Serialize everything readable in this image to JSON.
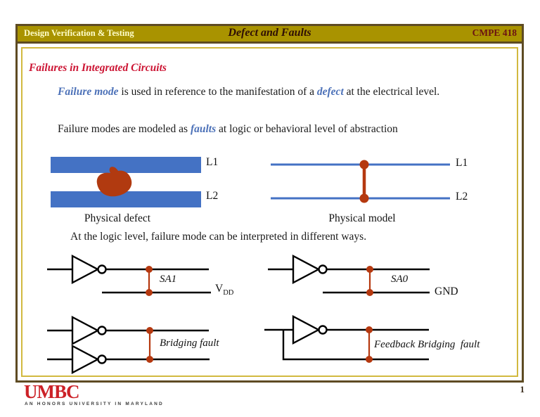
{
  "slide": {
    "header": {
      "left": "Design Verification & Testing",
      "center": "Defect and Faults",
      "right": "CMPE 418"
    },
    "title": "Failures in Integrated Circuits",
    "paragraph1": {
      "lead": "Failure mode",
      "mid": " is used in reference to the manifestation of a ",
      "emph": "defect",
      "tail": " at the electrical level."
    },
    "paragraph2": {
      "pre": "Failure modes are modeled as ",
      "emph": "faults",
      "post": " at logic or behavioral level of abstraction"
    },
    "logic_text": "At the logic level, failure mode can be interpreted in different ways.",
    "defect_diagram": {
      "label_l1": "L1",
      "label_l2": "L2",
      "caption": "Physical defect"
    },
    "model_diagram": {
      "label_l1": "L1",
      "label_l2": "L2",
      "caption": "Physical model"
    },
    "gates": {
      "sa1": {
        "label": "SA1",
        "rail": "V",
        "rail_sub": "DD"
      },
      "sa0": {
        "label": "SA0",
        "rail": "GND"
      },
      "bridging": {
        "label": "Bridging fault"
      },
      "feedback": {
        "label": "Feedback Bridging  fault"
      }
    },
    "page_number": "1"
  },
  "footer": {
    "logo": "UMBC",
    "tagline": "AN HONORS UNIVERSITY IN MARYLAND"
  },
  "colors": {
    "slide_border": "#5E4B23",
    "header_background": "#A99300",
    "header_left_text": "#FFFFCC",
    "header_center_text": "#2E0E05",
    "header_right_text": "#6B1212",
    "title_red": "#CC1433",
    "body_text": "#1A1A1A",
    "accent_blue_text": "#4C71B8",
    "bar_blue": "#4472C4",
    "defect_red": "#B13A10",
    "fault_red": "#B5380F",
    "inner_frame_gold": "#D2B93F",
    "umbc_red": "#CC2127"
  }
}
